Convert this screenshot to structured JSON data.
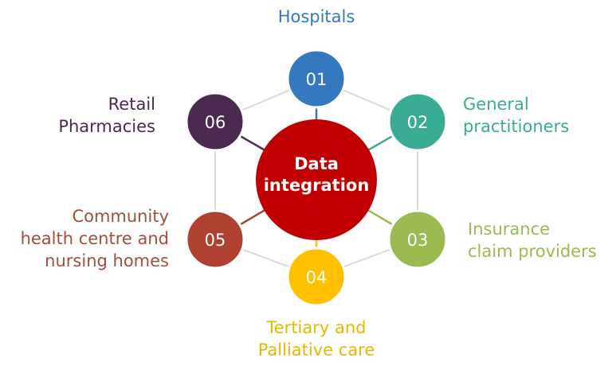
{
  "center": {
    "line1": "Data",
    "line2": "integration",
    "color": "#c00000"
  },
  "nodes": [
    {
      "number": "01",
      "lines": [
        "Hospitals"
      ],
      "color": "#3478c0"
    },
    {
      "number": "02",
      "lines": [
        "General",
        "practitioners"
      ],
      "color": "#3aab95"
    },
    {
      "number": "03",
      "lines": [
        "Insurance",
        "claim providers"
      ],
      "color": "#9bbb50"
    },
    {
      "number": "04",
      "lines": [
        "Tertiary and",
        "Palliative care"
      ],
      "color": "#ffc000"
    },
    {
      "number": "05",
      "lines": [
        "Community",
        "health centre and",
        "nursing homes"
      ],
      "color": "#b04030"
    },
    {
      "number": "06",
      "lines": [
        "Retail",
        "Pharmacies"
      ],
      "color": "#4b2a50"
    }
  ],
  "label_colors": [
    "#3478c0",
    "#3aab95",
    "#9bbb50",
    "#e6b800",
    "#a0503c",
    "#4b2a50"
  ],
  "ring_color": "#d9d9d9"
}
